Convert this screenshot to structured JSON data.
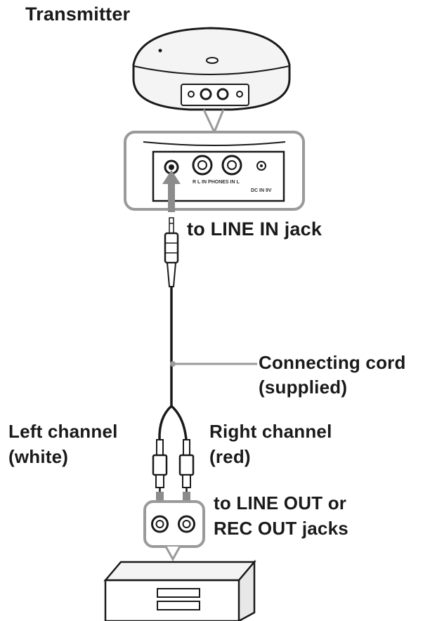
{
  "labels": {
    "transmitter": "Transmitter",
    "line_in_jack": "to LINE IN jack",
    "cord_line1": "Connecting cord",
    "cord_line2": "(supplied)",
    "left_line1": "Left channel",
    "left_line2": "(white)",
    "right_line1": "Right channel",
    "right_line2": "(red)",
    "out_line1": "to LINE OUT or",
    "out_line2": "REC OUT jacks"
  },
  "panel_text": {
    "jacks": "R  L  IN  PHONES  IN  L",
    "dc_in": "DC IN 9V"
  },
  "colors": {
    "line": "#1a1a1a",
    "callout_grey": "#9a9a9a",
    "arrow_grey": "#8c8c8c",
    "device_fill": "#f4f4f4"
  }
}
